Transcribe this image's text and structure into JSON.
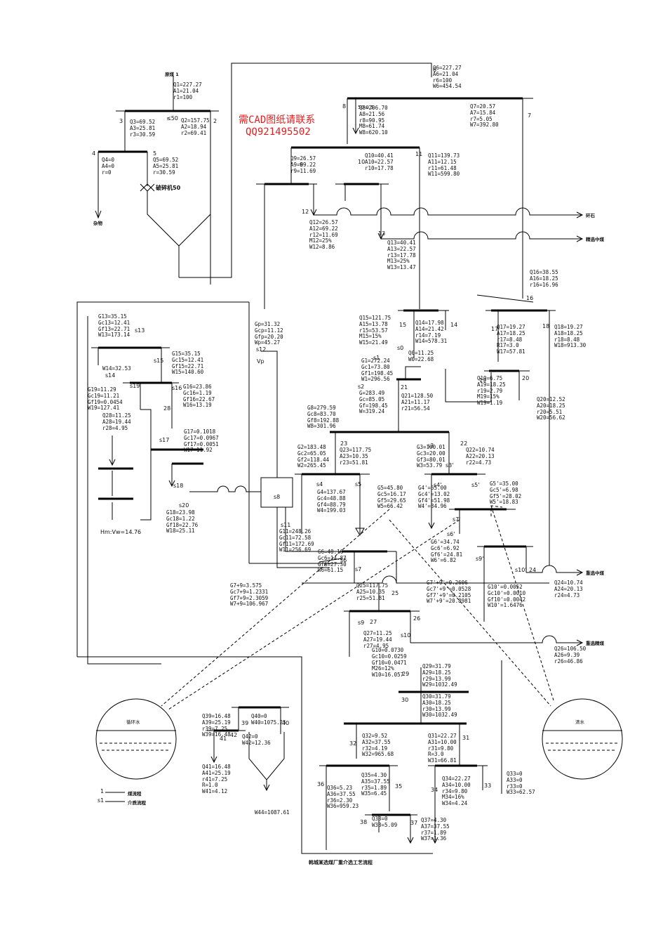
{
  "watermark": {
    "line1": "需CAD图纸请联系",
    "line2": "QQ921495502"
  },
  "title": "韩城某选煤厂重介选工艺流程",
  "blocks": {
    "b1": "Q1=227.27\nA1=21.04\nr1=100",
    "b2": "Q2=157.75\nA2=18.94\nr2=69.41",
    "b3": "Q3=69.52\nA3=25.81\nr3=30.59",
    "b4": "Q4=0\nA4=0\nr=0",
    "b5": "Q5=69.52\nA5=25.81\nr=30.59",
    "b6": "Q6=227.27\nA6=21.04\nr6=100\nW6=454.54",
    "b7": "Q7=20.57\nA7=15.84\nr7=5.05\nW7=392.80",
    "b8": "Q8=206.70\nA8=21.56\nr8=90.95\nM8=61.74\nW8=620.10",
    "b9": "Q9=26.57\nA9=69.22\nr9=11.69",
    "b10": "Q10=40.41\nA10=22.57\nr10=17.78",
    "b11": "Q11=139.73\nA11=12.15\nr11=61.48\nW11=599.80",
    "b12": "Q12=26.57\nA12=69.22\nr12=11.69\nM12=25%\nW12=8.86",
    "b13": "Q13=40.41\nA13=22.57\nr13=17.78\nM13=25%\nW13=13.47",
    "b14": "Q14=17.98\nA14=21.42\nr14=7.19\nW14=578.31",
    "b15": "Q15=121.75\nA15=13.78\nr15=53.57\nM15=15%\nW15=21.49",
    "b16": "Q16=38.55\nA16=18.25\nr16=16.96",
    "b17": "Q17=19.27\nA17=18.25\nr17=8.48\nR17=3.0\nW17=57.81",
    "b18": "Q18=19.27\nA18=18.25\nr18=8.48\nW18=913.30",
    "b19": "Q19=6.75\nA19=18.25\nr19=2.79\nM19=15%\nW19=1.19",
    "b20": "Q20=12.52\nA20=18.25\nr20=5.51\nW20=56.62",
    "b0": "Q0=11.25\nW0=22.68",
    "b21": "Q21=128.50\nA21=11.17\nr21=56.54",
    "bG1": "G1=272.24\nGc1=73.80\nGf1=198.45\nW1=296.56",
    "bG": "G=283.49\nGc=85.05\nGf=198.45\nW=319.24",
    "bG8": "G8=279.59\nGc8=83.70\nGf8=192.88\nW8=301.96",
    "bG2": "G2=183.48\nGc2=65.05\nGf2=118.44\nW2=265.45",
    "b23": "Q23=117.75\nA23=10.35\nr23=51.81",
    "bG3": "G3=100.01\nGc3=20.00\nGf3=80.01\nW3=53.79",
    "b22": "Q22=10.74\nA22=20.13\nr22=4.73",
    "bG4": "G4=137.67\nGc4=48.88\nGf4=88.79\nW4=199.03",
    "bG5": "G5=45.80\nGc5=16.17\nGf5=29.65\nW5=66.42",
    "bG4p": "G4'=65.00\nGc4'=13.02\nGf4'=51.98\nW4'=34.96",
    "bG5p": "G5'=35.00\nGc5'=6.98\nGf5'=28.02\nW5'=18.83",
    "bG6p": "G6'=34.74\nGc6'=6.92\nGf6'=24.81\nW6'=6.82",
    "bG11": "G11=248.26\nGc11=72.58\nGf11=172.69\nW11=256.69",
    "bG6": "G6=48.16\nGc6=14.87\nGf6=27.30\nW6=61.15",
    "bG79": "G7+9=3.575\nGc7+9=1.2331\nGf7+9=2.3059\nW7+9=106.967",
    "bG79p": "G7'+9'=0.2606\nGc7'+9'=0.0528\nGf7'+9'=0.2105\nW7'+9'=20.8981",
    "b25": "Q25=117.75\nA25=10.35\nr25=51.81",
    "bG10p": "G10'=0.0052\nGc10'=0.0010\nGf10'=0.0042\nW10'=1.6476",
    "b24": "Q24=10.74\nA24=20.13\nr24=4.73",
    "b27": "Q27=11.25\nA27=19.44\nr27=4.95",
    "bG10": "G10=0.0730\nGc10=0.0259\nGf10=0.0471\nM26=12%\nW10=16.057",
    "b26": "Q26=106.50\nA26=9.39\nr26=46.86",
    "b29": "Q29=31.79\nA29=18.25\nr29=13.99\nW29=1032.49",
    "b30": "Q30=31.79\nA30=18.25\nr30=13.99\nW30=1032.49",
    "b32": "Q32=9.52\nA32=37.55\nr32=4.19\nW32=965.68",
    "b31": "Q31=22.27\nA31=10.00\nr31=9.80\nR=3.0\nW31=66.81",
    "b34": "Q34=22.27\nA34=10.00\nr34=9.80\nM34=16%\nW34=4.24",
    "b33": "Q33=0\nA33=0\nr33=0\nW33=62.57",
    "b35": "Q35=4.30\nA35=37.55\nr35=1.89\nW35=6.45",
    "b36": "Q36=5.23\nA36=37.55\nr36=2.30\nW36=959.23",
    "b38": "Q38=0\nW38=5.09",
    "b37": "Q37=4.30\nA37=37.55\nr37=1.89\nW37=1.36",
    "b39": "Q39=16.48\nA39=25.19\nr39=7.25\nW39=16.48",
    "b40": "Q40=0\nW40=1075.25",
    "b41": "Q41=16.48\nA41=25.19\nr41=7.25\nR=1.0\nW41=4.12",
    "b42": "Q42=0\nW42=12.36",
    "bG13": "G13=35.15\nGc13=12.41\nGf13=22.71\nW13=173.14",
    "bG15": "G15=35.15\nGc15=12.41\nGf15=22.71\nW15=140.60",
    "bW14": "W14=32.53",
    "bG19": "G19=11.29\nGc19=11.21\nGf19=0.0454\nW19=127.41",
    "bG16": "G16=23.86\nGc16=1.19\nGf16=22.67\nW16=13.19",
    "b28": "Q28=11.25\nA28=19.44\nr28=4.95",
    "bG17": "G17=0.1018\nGc17=0.0967\nGf17=0.0051\nW17=11.92",
    "bG18": "G18=23.98\nGc18=1.22\nGf18=22.76\nW18=25.11",
    "bVp": "Gp=31.32\nGcp=11.12\nGfp=20.20\nWp=45.27",
    "bW44": "W44=1087.61"
  },
  "labels": {
    "raw": "原煤 1",
    "t50": "≤50",
    "t3": "3",
    "t2": "2",
    "t4": "4",
    "t5": "5",
    "crusher": "破碎机50",
    "waste": "杂物",
    "t6": "6",
    "t7": "7",
    "t8": "8",
    "r8a": "50-0.5",
    "r8b": "20.57 -0.5",
    "t9": "9",
    "t10": "10",
    "t11": "11",
    "t12": "12",
    "t13": "13",
    "t14": "14",
    "t15": "15",
    "t16": "16",
    "t17": "17",
    "t18": "18",
    "t19": "19",
    "t20": "20",
    "t21": "21",
    "t22": "22",
    "t23": "23",
    "t24": "24",
    "t25": "25",
    "t26": "26",
    "t27": "27",
    "t28": "28",
    "t29": "29",
    "t30": "30",
    "t31": "31",
    "t32": "32",
    "t33": "33",
    "t34": "34",
    "t35": "35",
    "t36": "36",
    "t37": "37",
    "t38": "38",
    "t39": "39",
    "t40": "40",
    "t41": "41",
    "t42": "42",
    "s0": "s0",
    "s1": "s1",
    "s2": "s2",
    "s3": "s3",
    "s4": "s4",
    "s5": "s5",
    "s6": "s6",
    "s7": "s7",
    "s8": "s8",
    "s9": "s9",
    "s10": "s10",
    "s11": "s11",
    "s12": "s12",
    "s13": "s13",
    "s14": "s14",
    "s15": "s15",
    "s16": "s16",
    "s17": "s17",
    "s18": "s18",
    "s19": "s19",
    "s20": "s20",
    "s3p": "s3'",
    "s4p": "s4'",
    "s5p": "s5'",
    "s6p": "s6'",
    "s7p": "s7'",
    "s9p": "s9'",
    "s10p": "s10'",
    "vp": "Vp",
    "hmw": "Hm:Vw=14.76",
    "out1": "矸石",
    "out2": "精选中煤",
    "out3": "重选中煤",
    "out4": "重选精煤",
    "tank1": "循环水",
    "tank2": "清水",
    "leg1": "煤流程",
    "leg2": "介质流程",
    "leg1n": "1",
    "leg2n": "s1",
    "pump": "循环水",
    "w44": "W44=1087.61"
  }
}
